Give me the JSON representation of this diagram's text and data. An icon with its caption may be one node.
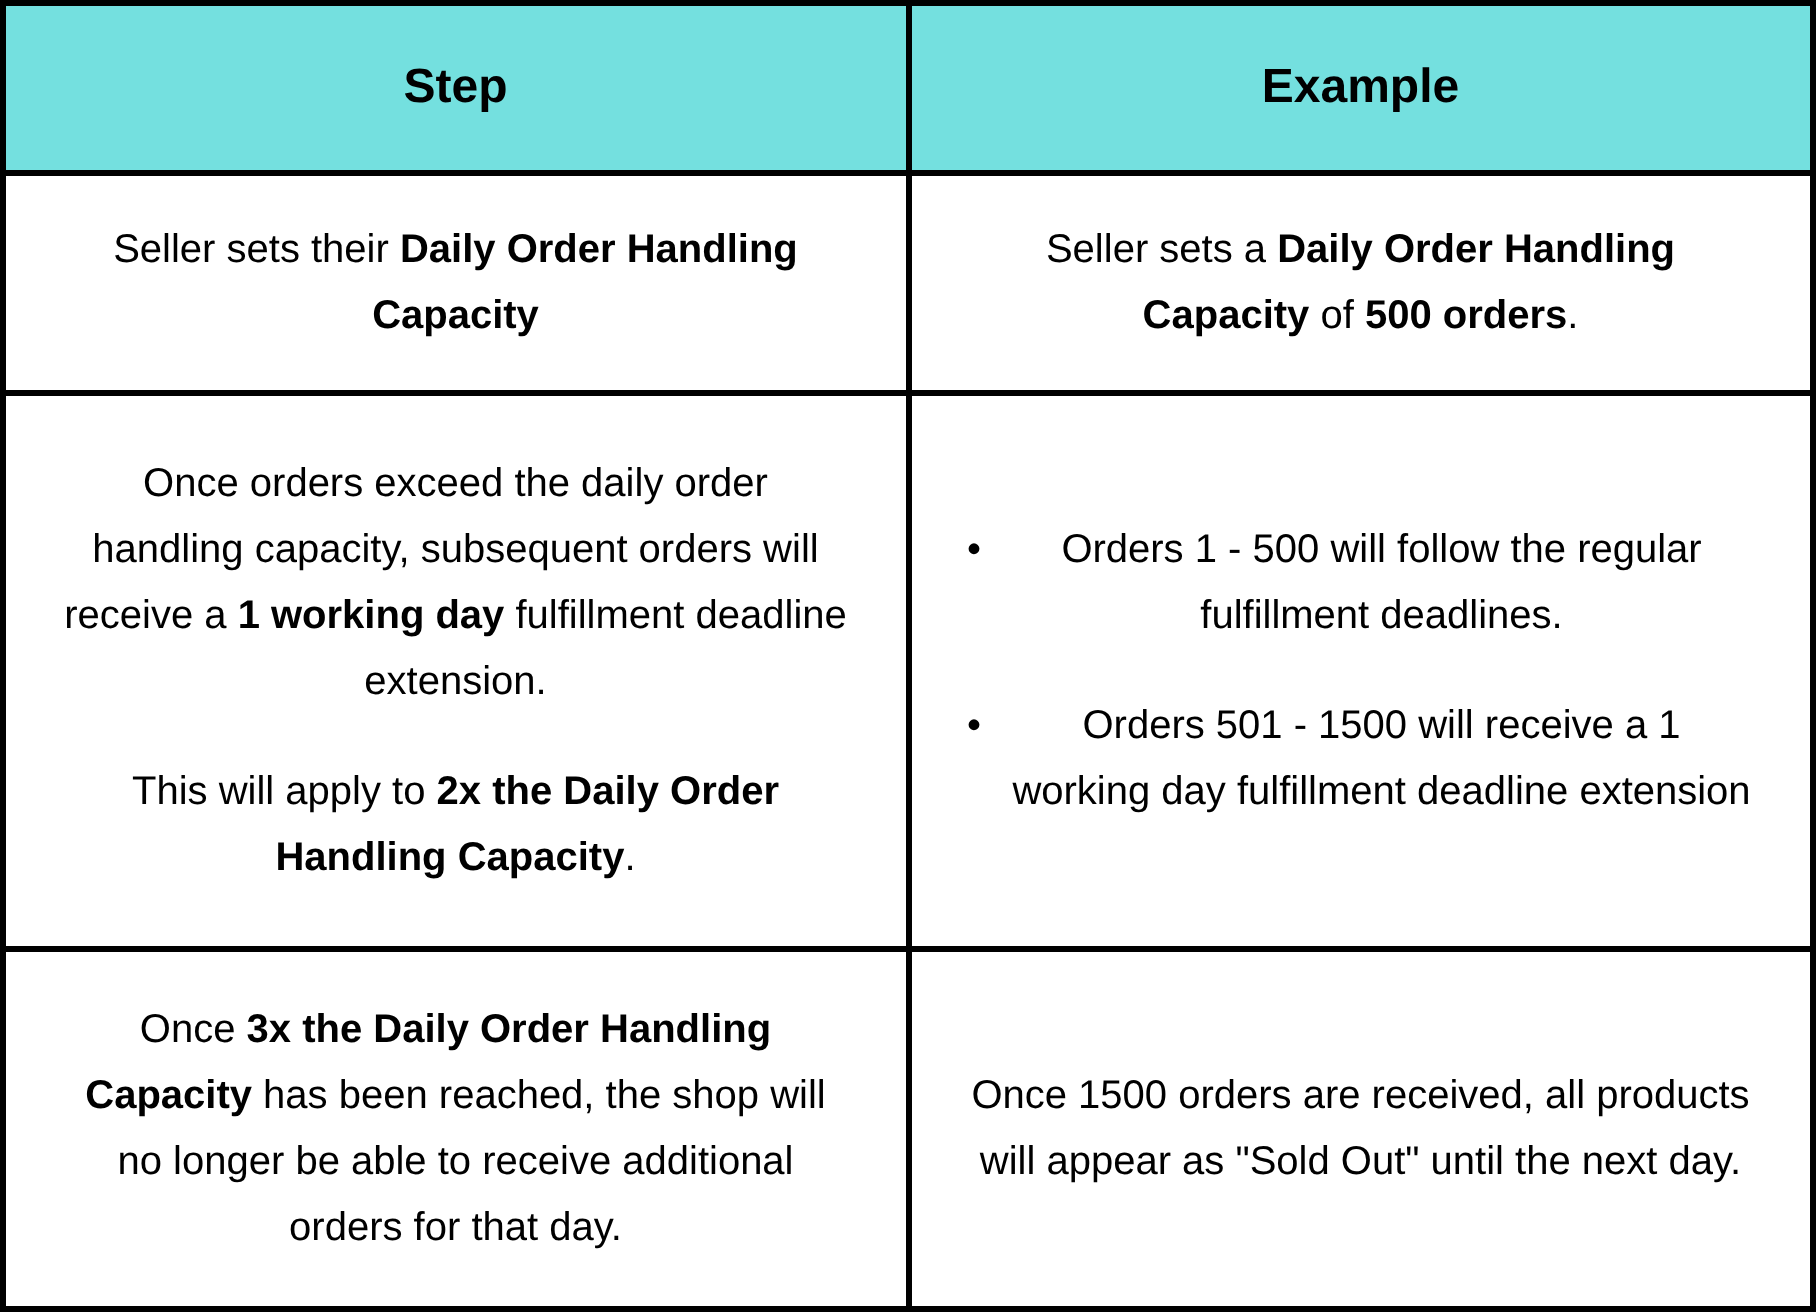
{
  "diagram": {
    "labels": [
      "Step",
      "Example",
      "Seller sets their **Daily Order Handling Capacity**",
      "Seller sets a **Daily Order Handling Capacity** of **500 orders**.",
      "Once orders exceed the daily order handling capacity, subsequent orders will receive a **1 working day** fulfillment deadline extension.",
      "This will apply to **2x the Daily Order Handling Capacity**.",
      "•",
      "Orders 1 - 500 will follow the regular fulfillment deadlines.",
      "•",
      "Orders 501 - 1500 will receive a 1 working day fulfillment deadline extension",
      "Once **3x the Daily Order Handling Capacity** has been reached, the shop will no longer be able to receive additional orders for that day.",
      "Once 1500 orders are received, all products will appear as \"Sold Out\" until the next day."
    ]
  }
}
